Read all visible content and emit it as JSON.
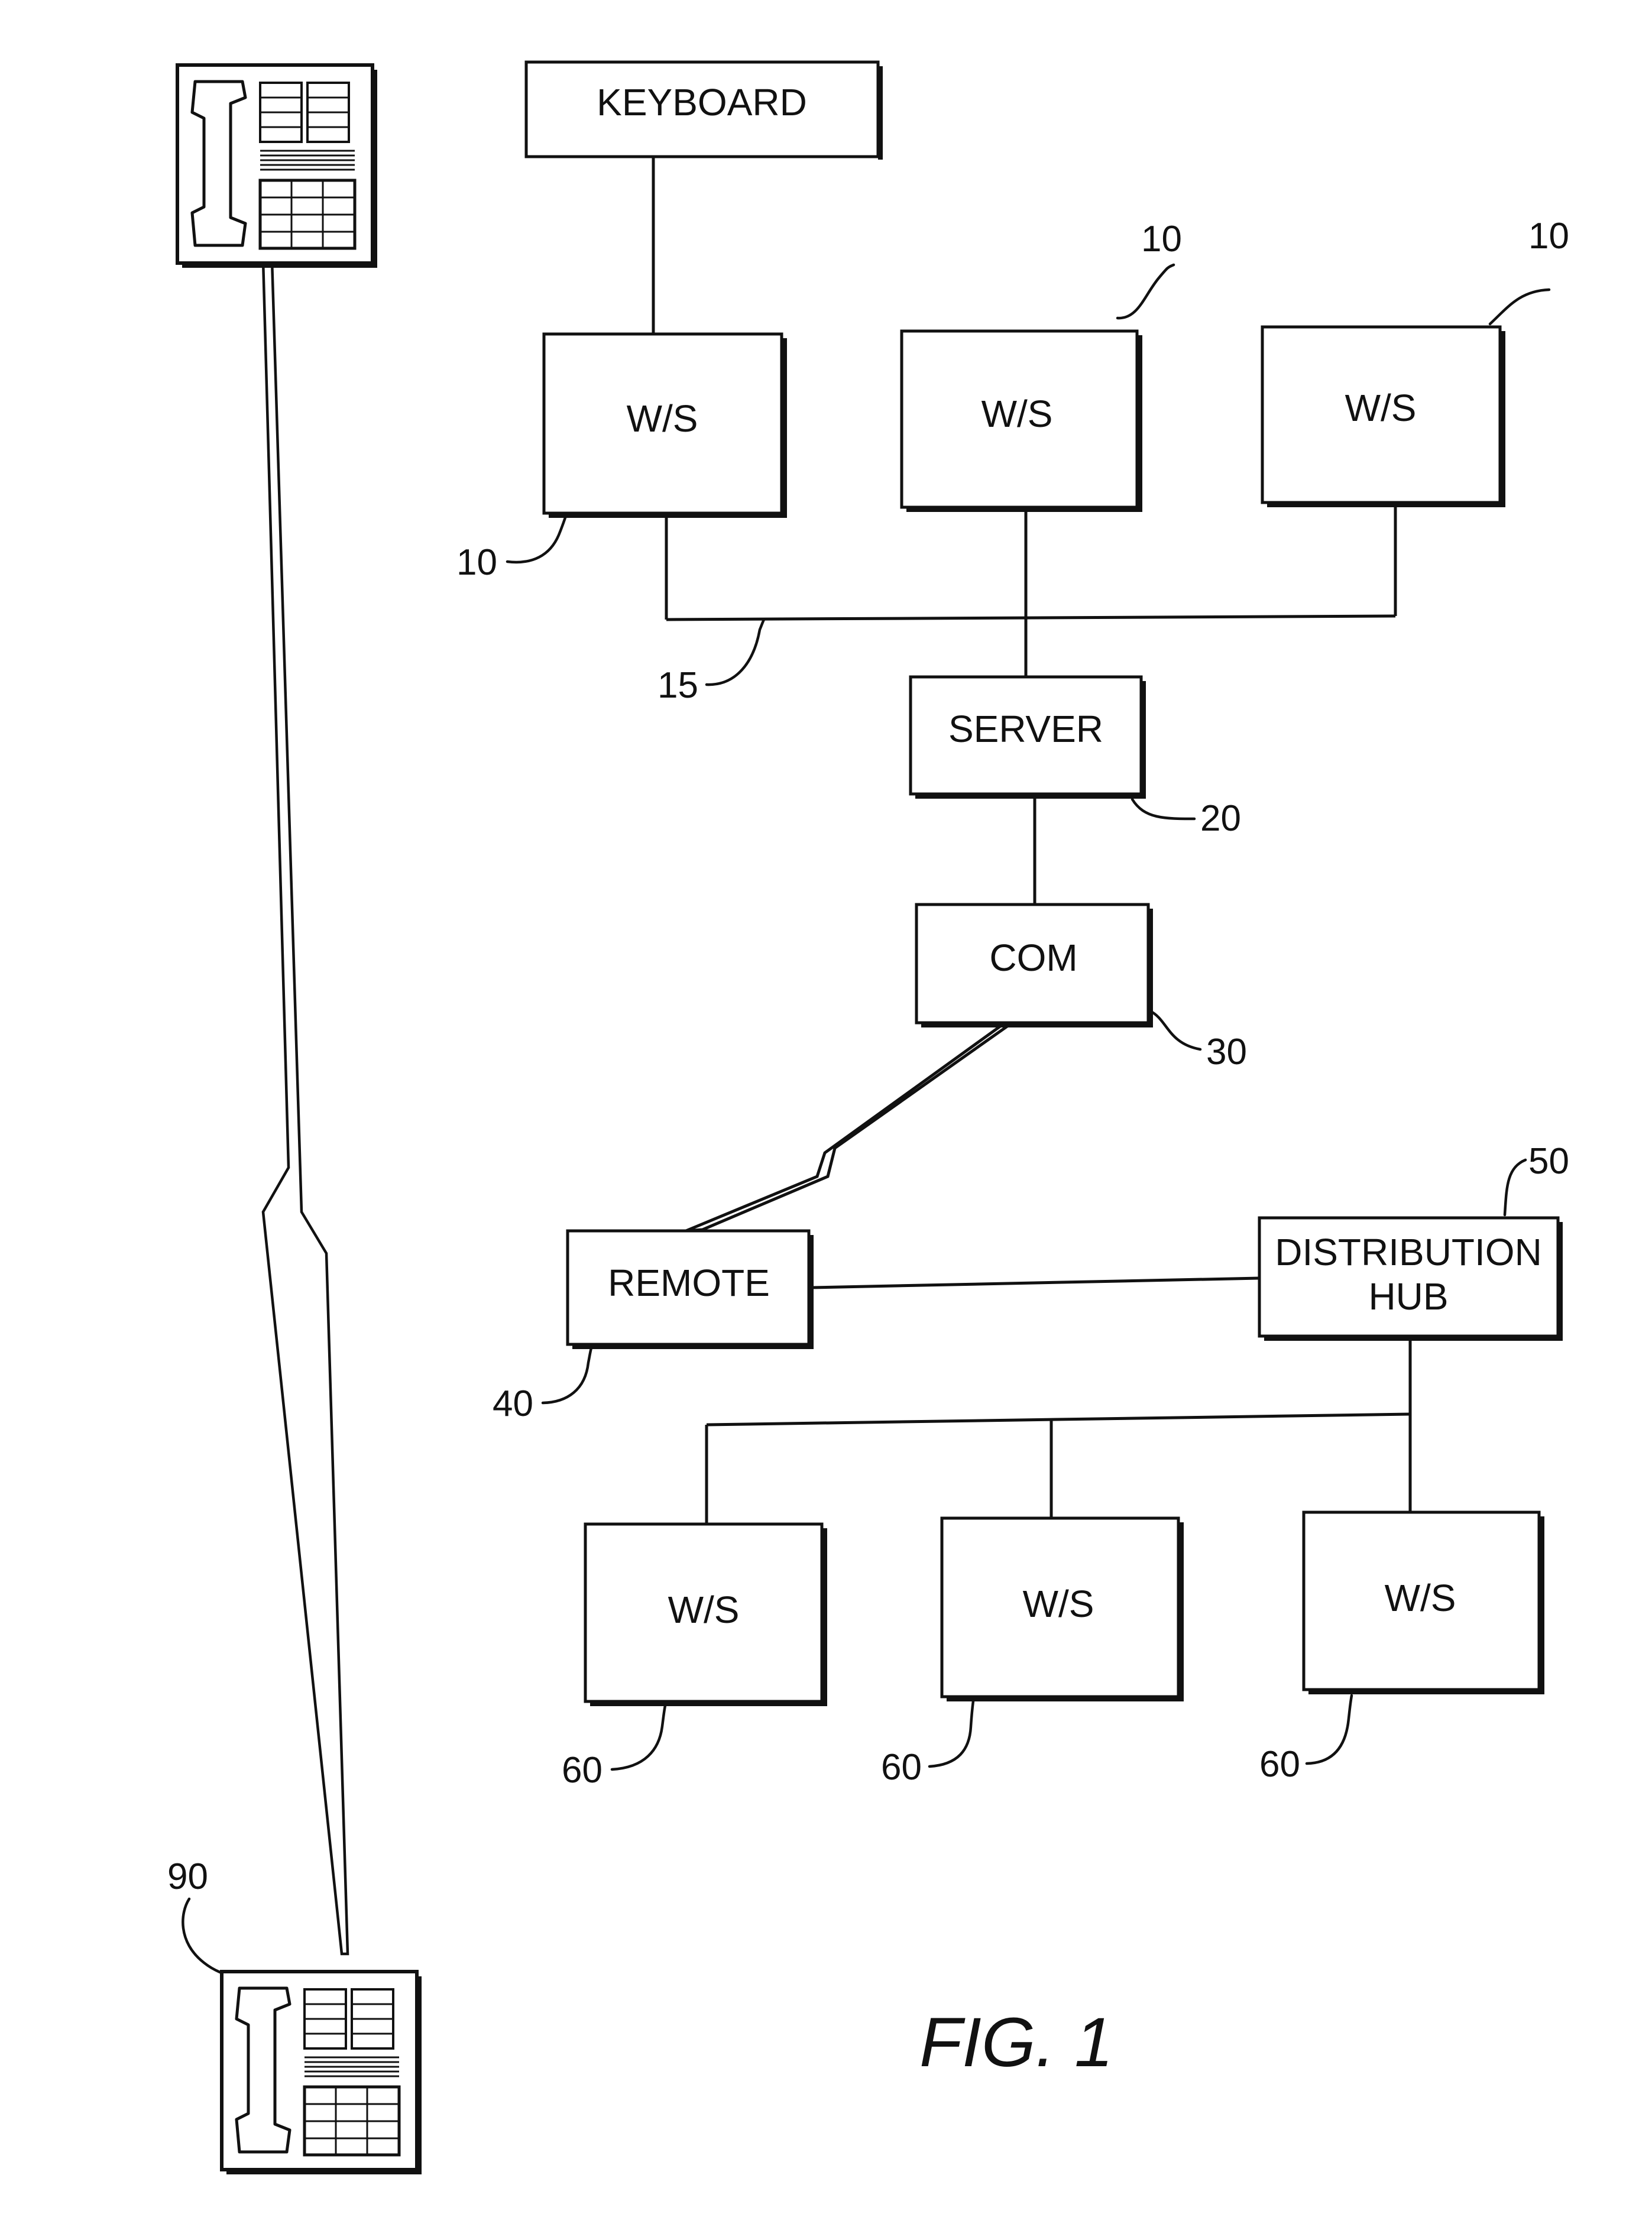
{
  "figure": {
    "caption": "FIG. 1"
  },
  "blocks": {
    "keyboard": "KEYBOARD",
    "ws_top_1": "W/S",
    "ws_top_2": "W/S",
    "ws_top_3": "W/S",
    "server": "SERVER",
    "com": "COM",
    "remote": "REMOTE",
    "hub_line1": "DISTRIBUTION",
    "hub_line2": "HUB",
    "ws_bottom_1": "W/S",
    "ws_bottom_2": "W/S",
    "ws_bottom_3": "W/S"
  },
  "reference_numerals": {
    "ws_top_1": "10",
    "ws_top_2": "10",
    "ws_top_3": "10",
    "bus": "15",
    "server": "20",
    "com": "30",
    "remote": "40",
    "hub": "50",
    "ws_bottom_1": "60",
    "ws_bottom_2": "60",
    "ws_bottom_3": "60",
    "telephone": "90"
  },
  "icons": [
    "telephone-icon-top",
    "telephone-icon-bottom",
    "wireless-link-zigzag-icon"
  ]
}
